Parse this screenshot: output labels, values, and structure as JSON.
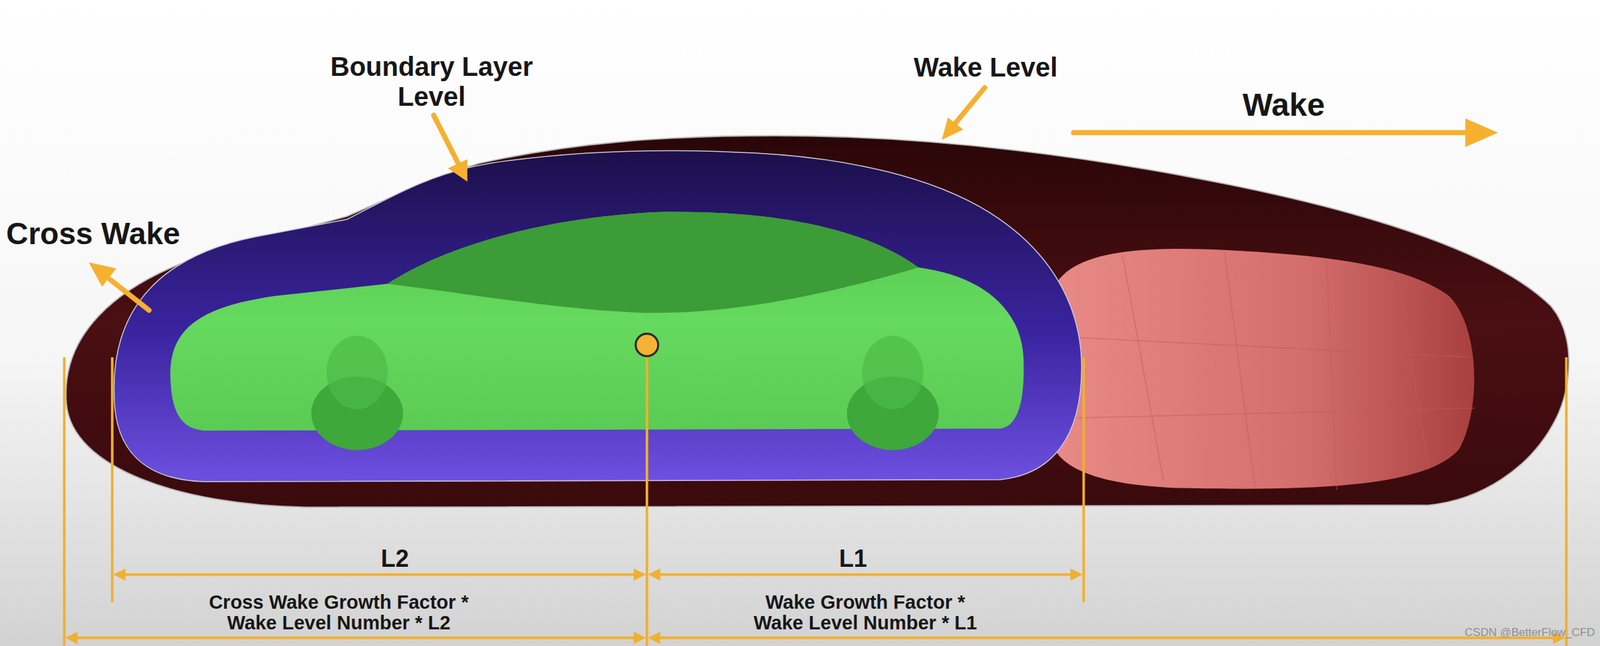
{
  "diagram": {
    "labels": [
      "Boundary Layer Level",
      "Wake Level",
      "Wake",
      "Cross Wake",
      "L2",
      "L1",
      "Cross Wake Growth Factor * Wake Level Number * L2",
      "Wake Growth Factor * Wake Level Number * L1",
      "CSDN @BetterFlow_CFD"
    ]
  }
}
